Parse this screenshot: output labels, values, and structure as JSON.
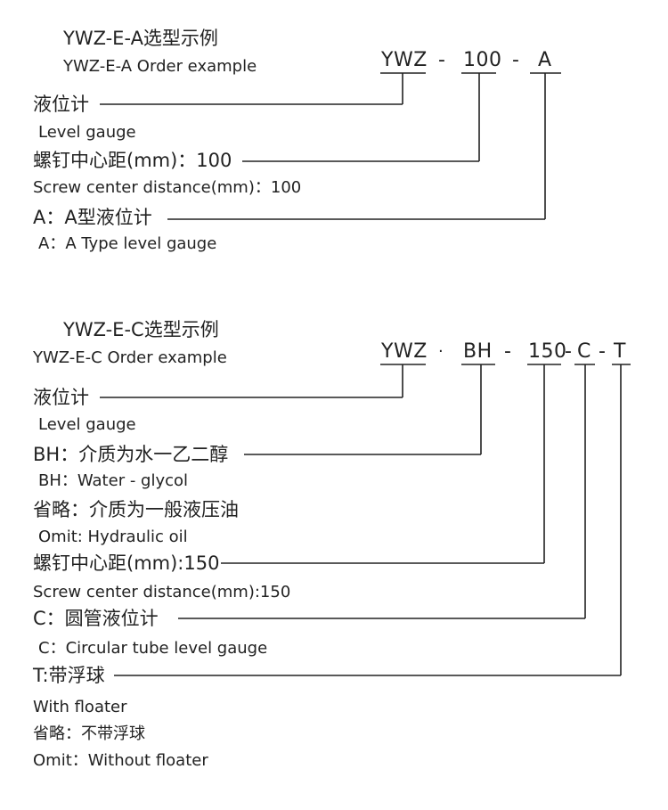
{
  "example_a": {
    "title_zh": "YWZ-E-A选型示例",
    "title_en": "YWZ-E-A Order example",
    "code": {
      "ywz": "YWZ",
      "dash1": "-",
      "num": "100",
      "dash2": "-",
      "letter": "A"
    },
    "items": [
      {
        "zh": "液位计",
        "en": "Level gauge"
      },
      {
        "zh": "螺钉中心距(mm)：100",
        "en": "Screw center distance(mm)：100"
      },
      {
        "zh": "A：A型液位计",
        "en": "A：A Type level gauge"
      }
    ]
  },
  "example_c": {
    "title_zh": "YWZ-E-C选型示例",
    "title_en": "YWZ-E-C Order example",
    "code": {
      "ywz": "YWZ",
      "dot": "·",
      "bh": "BH",
      "dash1": "-",
      "num": "150",
      "dash2": "-",
      "c": "C",
      "dash3": "-",
      "t": "T"
    },
    "items": [
      {
        "zh": "液位计",
        "en": "Level gauge"
      },
      {
        "zh": "BH：介质为水一乙二醇",
        "en": "BH：Water - glycol"
      },
      {
        "zh": "省略：介质为一般液压油",
        "en": "Omit: Hydraulic oil"
      },
      {
        "zh": "螺钉中心距(mm):150",
        "en": "Screw center distance(mm):150"
      },
      {
        "zh": "C：圆管液位计",
        "en": "C：Circular tube level gauge"
      },
      {
        "zh": "T:带浮球",
        "en": "With floater",
        "zh2": "省略：不带浮球",
        "en2": "Omit：Without floater"
      }
    ]
  }
}
